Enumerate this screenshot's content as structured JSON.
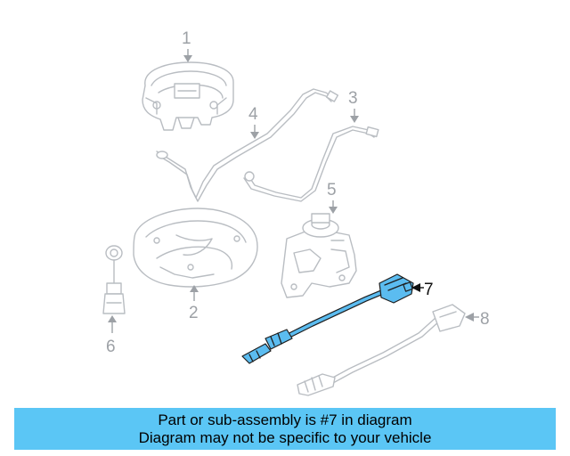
{
  "callouts": [
    {
      "id": "1",
      "label": "1",
      "highlighted": false
    },
    {
      "id": "2",
      "label": "2",
      "highlighted": false
    },
    {
      "id": "3",
      "label": "3",
      "highlighted": false
    },
    {
      "id": "4",
      "label": "4",
      "highlighted": false
    },
    {
      "id": "5",
      "label": "5",
      "highlighted": false
    },
    {
      "id": "6",
      "label": "6",
      "highlighted": false
    },
    {
      "id": "7",
      "label": "7",
      "highlighted": true
    },
    {
      "id": "8",
      "label": "8",
      "highlighted": false
    }
  ],
  "banner": {
    "line1": "Part or sub-assembly is #7 in diagram",
    "line2": "Diagram may not be specific to your vehicle"
  },
  "colors": {
    "highlight": "#5bbcf0",
    "banner": "#5bc6f5",
    "outline": "#b9bdc2",
    "callout": "#9da1a6"
  }
}
